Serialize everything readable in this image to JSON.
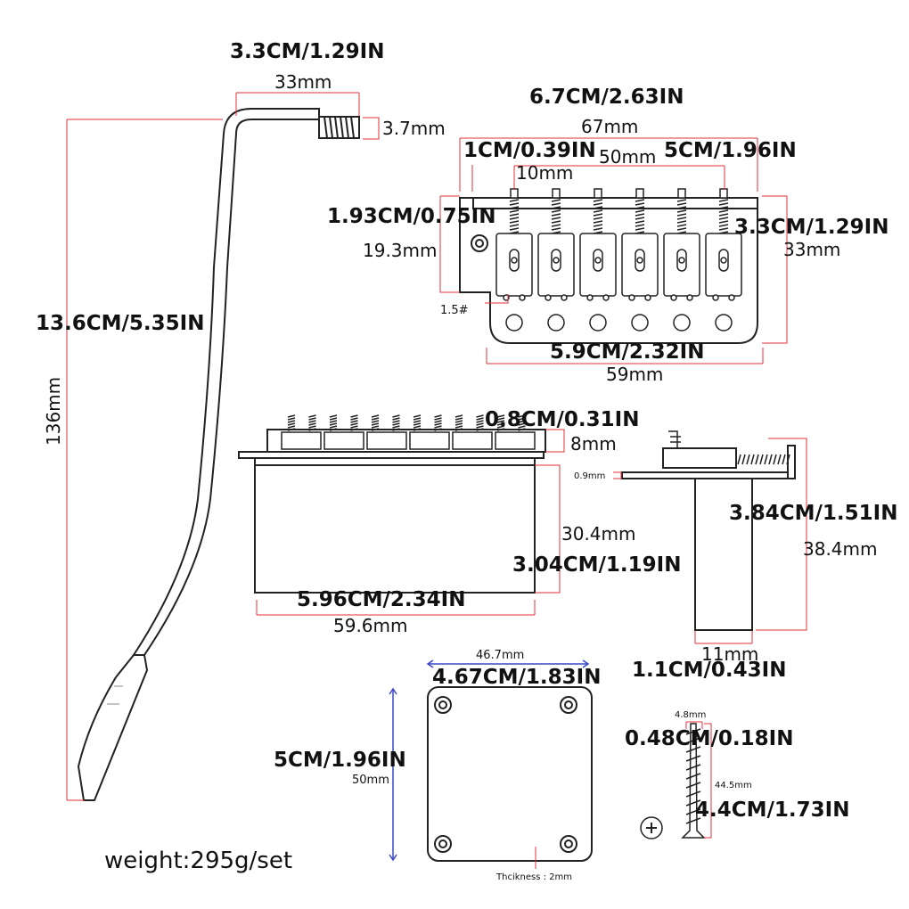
{
  "arm": {
    "length_label": "13.6CM/5.35IN",
    "length_mm": "136mm",
    "bend_label": "3.3CM/1.29IN",
    "bend_mm": "33mm",
    "thread_mm": "3.7mm"
  },
  "bridge_top": {
    "total_label": "6.7CM/2.63IN",
    "total_mm": "67mm",
    "span_label": "5CM/1.96IN",
    "span_mm": "50mm",
    "spacing_label": "1CM/0.39IN",
    "spacing_mm": "10mm",
    "height_label": "1.93CM/0.75IN",
    "height_mm": "19.3mm",
    "depth_label": "3.3CM/1.29IN",
    "depth_mm": "33mm",
    "wrench_size": "1.5#",
    "base_label": "5.9CM/2.32IN",
    "base_mm": "59mm"
  },
  "bridge_side": {
    "saddle_label": "0.8CM/0.31IN",
    "saddle_mm": "8mm",
    "block_label": "3.04CM/1.19IN",
    "block_mm": "30.4mm",
    "width_label": "5.96CM/2.34IN",
    "width_mm": "59.6mm"
  },
  "bridge_profile": {
    "plate_mm": "0.9mm",
    "height_label": "3.84CM/1.51IN",
    "height_mm": "38.4mm",
    "block_mm": "11mm",
    "block_label": "1.1CM/0.43IN"
  },
  "neck_plate": {
    "width_mm": "46.7mm",
    "width_label": "4.67CM/1.83IN",
    "height_label": "5CM/1.96IN",
    "height_mm": "50mm",
    "thickness": "Thcikness : 2mm"
  },
  "screw": {
    "dia_mm": "4.8mm",
    "dia_label": "0.48CM/0.18IN",
    "len_mm": "44.5mm",
    "len_label": "4.4CM/1.73IN"
  },
  "weight": "weight:295g/set",
  "colors": {
    "dim_line": "#e0303a",
    "blue_line": "#3848c8",
    "outline": "#222222"
  }
}
